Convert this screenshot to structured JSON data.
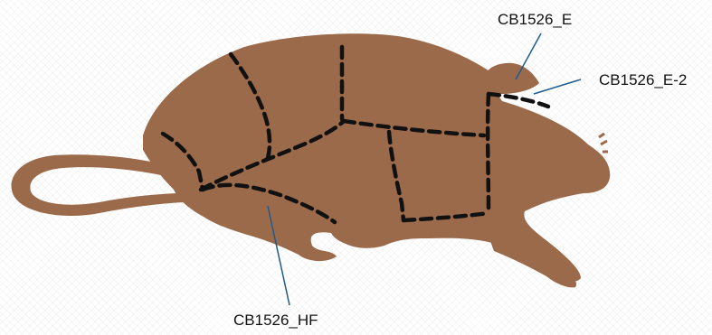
{
  "labels": {
    "e": "CB1526_E",
    "e2": "CB1526_E-2",
    "hf": "CB1526_HF"
  },
  "colors": {
    "rat_body": "#9B6A4A",
    "dash_line": "#111111",
    "pointer_line": "#1F5B8C"
  }
}
